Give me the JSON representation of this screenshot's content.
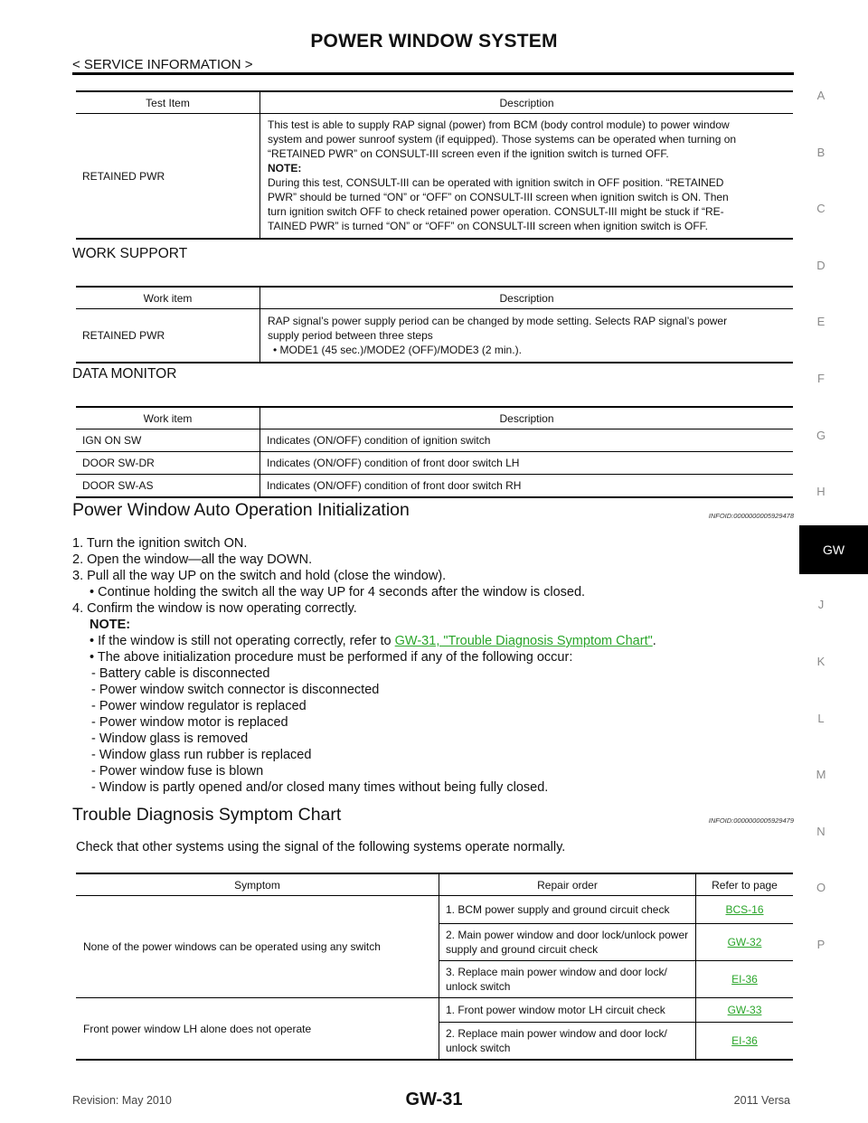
{
  "header": {
    "title": "POWER WINDOW SYSTEM",
    "breadcrumb": "< SERVICE INFORMATION >"
  },
  "side_index": {
    "letters": [
      "A",
      "B",
      "C",
      "D",
      "E",
      "F",
      "G",
      "H",
      "GW",
      "J",
      "K",
      "L",
      "M",
      "N",
      "O",
      "P"
    ],
    "active": "GW"
  },
  "table_test": {
    "headers": [
      "Test Item",
      "Description"
    ],
    "item": "RETAINED PWR",
    "lines": [
      "This test is able to supply RAP signal (power) from BCM (body control module) to power window",
      "system and power sunroof system (if equipped). Those systems can be operated when turning on",
      "“RETAINED PWR” on CONSULT-III screen even if the ignition switch is turned OFF.",
      "NOTE:",
      "During this test, CONSULT-III can be operated with ignition switch in OFF position. “RETAINED",
      "PWR” should be turned “ON” or “OFF” on CONSULT-III screen when ignition switch is ON. Then",
      "turn ignition switch OFF to check retained power operation. CONSULT-III might be stuck if “RE-",
      "TAINED PWR” is turned “ON” or “OFF” on CONSULT-III screen when ignition switch is OFF."
    ]
  },
  "work_support": {
    "title": "WORK SUPPORT",
    "headers": [
      "Work item",
      "Description"
    ],
    "item": "RETAINED PWR",
    "lines": [
      "RAP signal’s power supply period can be changed by mode setting. Selects RAP signal’s power",
      "supply period between three steps",
      "• MODE1 (45 sec.)/MODE2 (OFF)/MODE3 (2 min.)."
    ]
  },
  "data_monitor": {
    "title": "DATA MONITOR",
    "headers": [
      "Work item",
      "Description"
    ],
    "rows": [
      {
        "item": "IGN ON SW",
        "desc": "Indicates (ON/OFF) condition of ignition switch"
      },
      {
        "item": "DOOR SW-DR",
        "desc": "Indicates (ON/OFF) condition of front door switch LH"
      },
      {
        "item": "DOOR SW-AS",
        "desc": "Indicates (ON/OFF) condition of front door switch RH"
      }
    ]
  },
  "init": {
    "title": "Power Window Auto Operation Initialization",
    "infoid": "INFOID:0000000005929478",
    "steps": [
      "1.  Turn the ignition switch ON.",
      "2.  Open the window—all the way DOWN.",
      "3.  Pull all the way UP on the switch and hold (close the window)."
    ],
    "step3_bullet": "• Continue holding the switch all the way UP for 4 seconds after the window is closed.",
    "step4": "4.  Confirm the window is now operating correctly.",
    "note_label": "NOTE:",
    "note1_prefix": "•  If the window is still not operating correctly, refer to ",
    "note1_link": "GW-31, \"Trouble Diagnosis Symptom Chart\"",
    "note1_suffix": ".",
    "note2": "•  The above initialization procedure must be performed if any of the following occur:",
    "conditions": [
      "-  Battery cable is disconnected",
      "-  Power window switch connector is disconnected",
      "-  Power window regulator is replaced",
      "-  Power window motor is replaced",
      "-  Window glass is removed",
      "-  Window glass run rubber is replaced",
      "-  Power window fuse is blown",
      "-  Window is partly opened and/or closed many times without being fully closed."
    ]
  },
  "trouble": {
    "title": "Trouble Diagnosis Symptom Chart",
    "infoid": "INFOID:0000000005929479",
    "intro": "Check that other systems using the signal of the following systems operate normally.",
    "headers": [
      "Symptom",
      "Repair order",
      "Refer to page"
    ],
    "groups": [
      {
        "symptom": "None of the power windows can be operated using any switch",
        "rows": [
          {
            "repair": "1. BCM power supply and ground circuit check",
            "ref": "BCS-16"
          },
          {
            "repair": "2. Main power window and door lock/unlock power supply and ground circuit check",
            "ref": "GW-32"
          },
          {
            "repair": "3. Replace main power window and door lock/ unlock switch",
            "ref": "EI-36"
          }
        ]
      },
      {
        "symptom": "Front power window LH alone does not operate",
        "rows": [
          {
            "repair": "1. Front power window motor LH circuit check",
            "ref": "GW-33"
          },
          {
            "repair": "2. Replace main power window and door lock/ unlock switch",
            "ref": "EI-36"
          }
        ]
      }
    ]
  },
  "footer": {
    "revision": "Revision: May 2010",
    "code": "GW-31",
    "model": "2011 Versa"
  }
}
